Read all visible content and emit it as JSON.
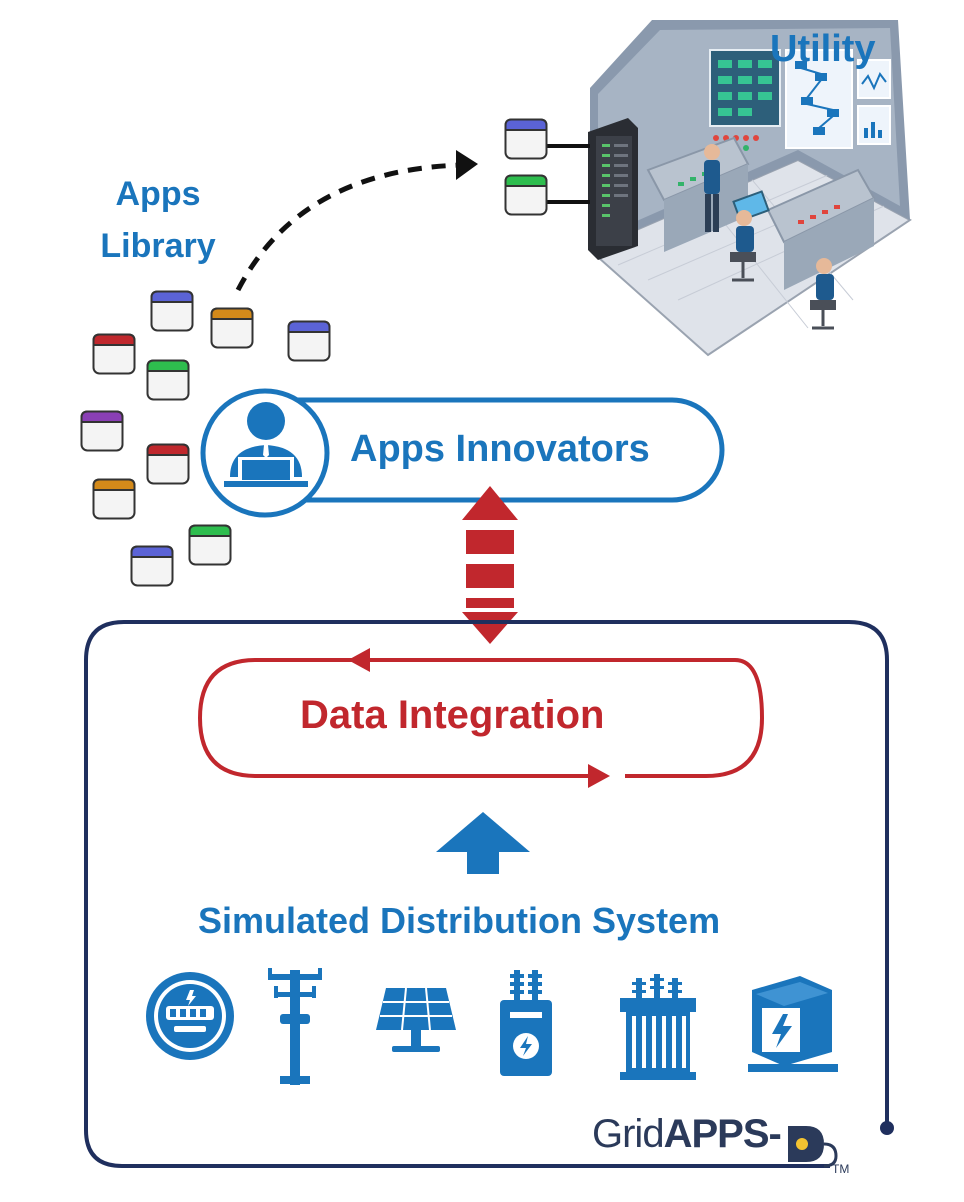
{
  "labels": {
    "utility": "Utility",
    "apps_library_line1": "Apps",
    "apps_library_line2": "Library",
    "apps_innovators": "Apps Innovators",
    "data_integration": "Data Integration",
    "simulated_distribution_system": "Simulated Distribution System",
    "logo_grid": "Grid",
    "logo_apps": "APPS-",
    "logo_d": "D",
    "logo_tm": "TM"
  },
  "colors": {
    "blue": "#1a75bc",
    "red": "#c1272d",
    "navy": "#1f2f5e",
    "app_blue": "#5b63d6",
    "app_red": "#c0282d",
    "app_orange": "#d48a1a",
    "app_green": "#2ebd4e",
    "app_purple": "#8a3fb5"
  },
  "app_library_tiles": [
    "blue",
    "orange",
    "blue",
    "red",
    "green",
    "purple",
    "red",
    "orange",
    "green",
    "blue"
  ],
  "utility_tiles": [
    "blue",
    "green"
  ],
  "equipment_icons": [
    "meter-icon",
    "utility-pole-icon",
    "solar-panel-icon",
    "transformer-icon",
    "substation-transformer-icon",
    "electrical-box-icon"
  ]
}
